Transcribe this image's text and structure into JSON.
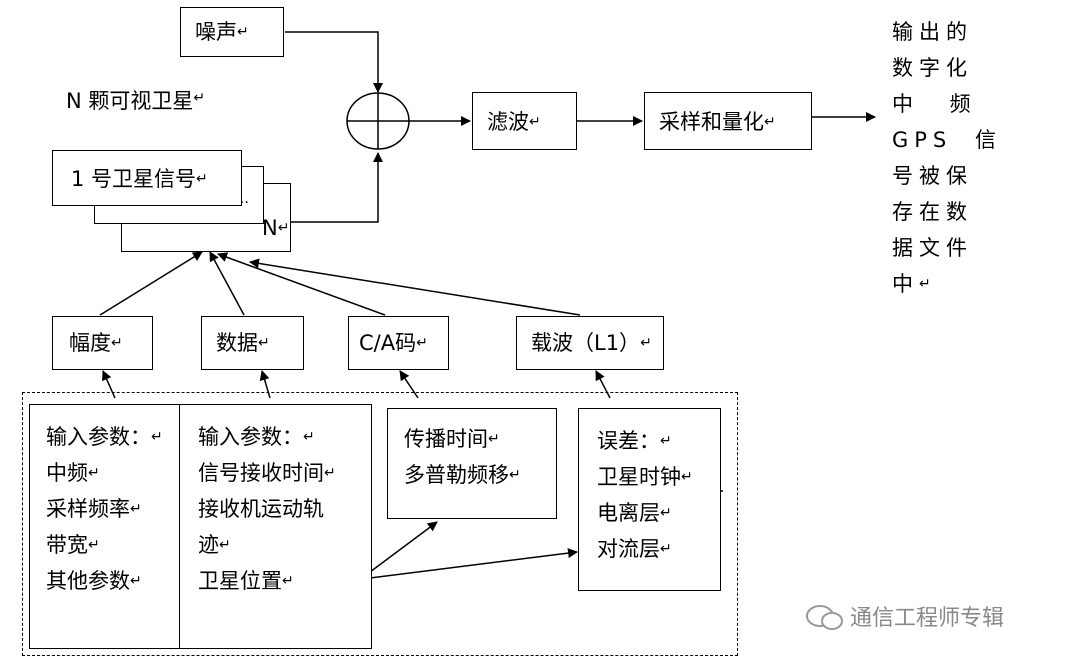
{
  "noise": "噪声",
  "visible_sats": "N 颗可视卫星",
  "sat_signal": "1 号卫星信号",
  "ellipsis": "…",
  "n_label": "N",
  "filter": "滤波",
  "sample_quantize": "采样和量化",
  "output_text": [
    "输出的",
    "数字化",
    "中 频",
    "GPS 信",
    "号被保",
    "存在数",
    "据文件",
    "中"
  ],
  "params": {
    "amplitude": "幅度",
    "data": "数据",
    "ca_code": "C/A码",
    "carrier": "载波（L1）"
  },
  "inputs1": [
    "输入参数：",
    "中频",
    "采样频率",
    "带宽",
    "其他参数"
  ],
  "inputs2": [
    "输入参数：",
    "信号接收时间",
    "接收机运动轨",
    "迹",
    "卫星位置"
  ],
  "propagation": [
    "传播时间",
    "多普勒频移"
  ],
  "errors": [
    "误差：",
    "卫星时钟",
    "电离层",
    "对流层"
  ],
  "watermark": "通信工程师专辑"
}
